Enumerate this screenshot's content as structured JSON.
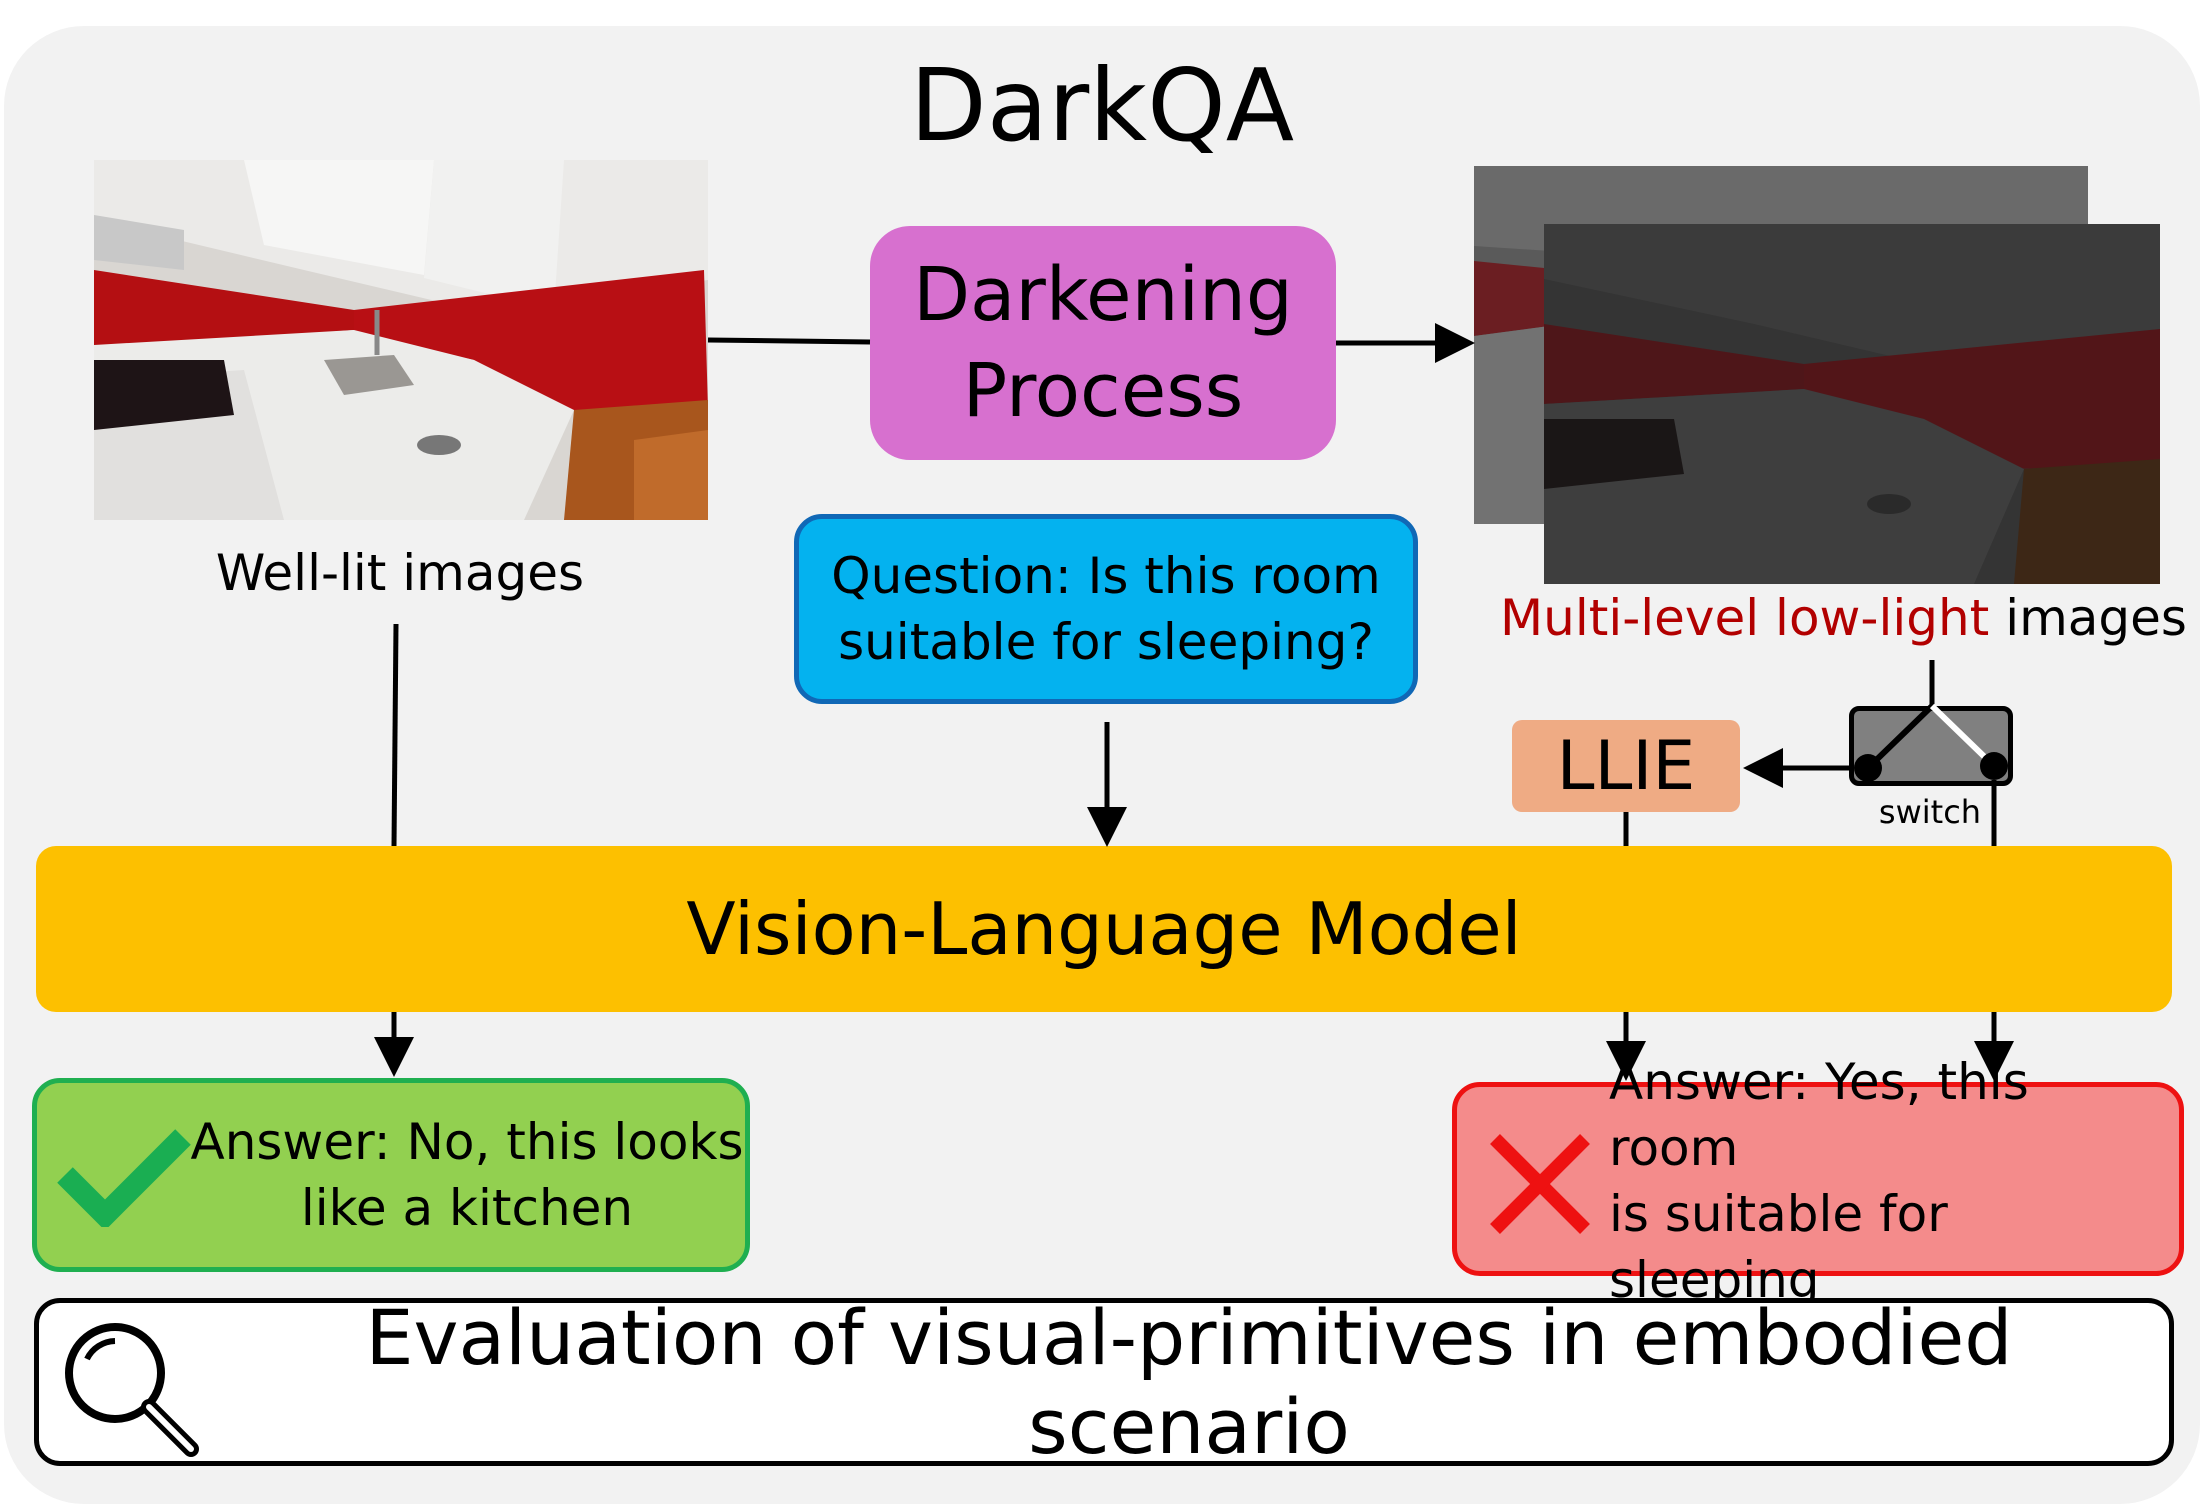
{
  "title": "DarkQA",
  "nodes": {
    "well_lit_caption": "Well-lit images",
    "darkening": {
      "line1": "Darkening",
      "line2": "Process"
    },
    "low_light_caption": {
      "highlight": "Multi-level low-light",
      "rest": " images"
    },
    "question": {
      "line1": "Question: Is this room",
      "line2": "suitable for sleeping?"
    },
    "llie": "LLIE",
    "switch_label": "switch",
    "vlm": "Vision-Language Model",
    "answer_ok": {
      "line1": "Answer: No, this looks",
      "line2": "like a kitchen"
    },
    "answer_bad": {
      "line1": "Answer: Yes, this room",
      "line2": "is suitable for sleeping"
    },
    "evaluation": "Evaluation of visual-primitives in embodied scenario"
  },
  "colors": {
    "panel": "#f2f2f2",
    "darkening": "#d770cf",
    "question": "#04b2ef",
    "llie": "#efab84",
    "vlm": "#fdc000",
    "answer_ok": "#92d050",
    "answer_bad": "#f48b8b",
    "low_light_text": "#b20000"
  },
  "icons": [
    "checkmark-icon",
    "cross-icon",
    "magnifier-icon",
    "switch-icon"
  ]
}
